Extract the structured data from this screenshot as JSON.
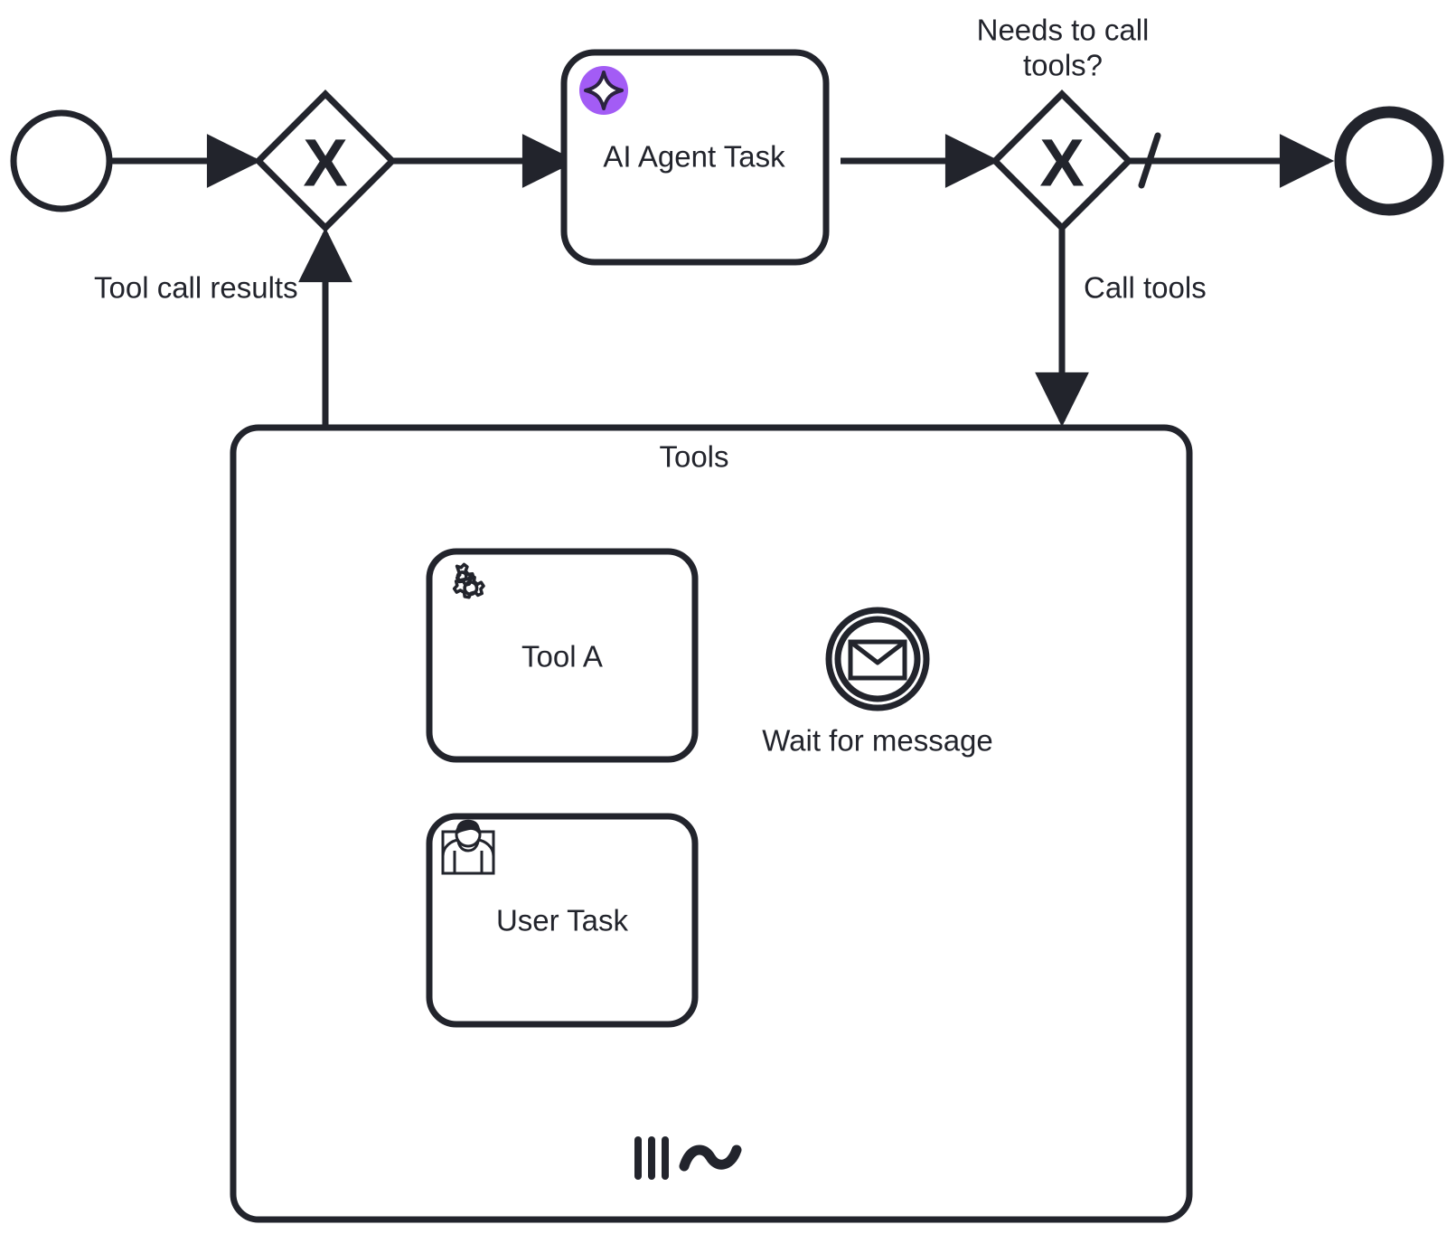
{
  "diagram": {
    "type": "bpmn-process",
    "notation": "BPMN 2.0",
    "colors": {
      "stroke": "#22242c",
      "background": "#ffffff",
      "ai_badge_fill": "#a35cf5",
      "ai_badge_star": "#ffffff"
    },
    "nodes": [
      {
        "id": "start-event",
        "kind": "start-event",
        "icon": "circle-thin-icon",
        "label": ""
      },
      {
        "id": "gateway-join",
        "kind": "exclusive-gateway",
        "icon": "gateway-x-icon",
        "marker": "X",
        "label": ""
      },
      {
        "id": "ai-agent-task",
        "kind": "task",
        "icon": "ai-sparkle-icon",
        "label": "AI Agent Task"
      },
      {
        "id": "gateway-decision",
        "kind": "exclusive-gateway",
        "icon": "gateway-x-icon",
        "marker": "X",
        "label": "Needs to call tools?",
        "label_line1": "Needs to call",
        "label_line2": "tools?"
      },
      {
        "id": "end-event",
        "kind": "end-event",
        "icon": "circle-thick-icon",
        "label": ""
      },
      {
        "id": "tools-subprocess",
        "kind": "ad-hoc-subprocess",
        "label": "Tools",
        "markers": [
          "parallel-multi-instance-icon",
          "adhoc-tilde-icon"
        ]
      },
      {
        "id": "tool-a",
        "kind": "service-task",
        "icon": "gears-icon",
        "label": "Tool A"
      },
      {
        "id": "wait-for-message",
        "kind": "intermediate-catch-event",
        "icon": "envelope-icon",
        "label": "Wait for message"
      },
      {
        "id": "user-task",
        "kind": "user-task",
        "icon": "user-icon",
        "label": "User Task"
      }
    ],
    "flows": [
      {
        "id": "flow-start-to-join",
        "from": "start-event",
        "to": "gateway-join",
        "label": ""
      },
      {
        "id": "flow-join-to-agent",
        "from": "gateway-join",
        "to": "ai-agent-task",
        "label": ""
      },
      {
        "id": "flow-agent-to-decision",
        "from": "ai-agent-task",
        "to": "gateway-decision",
        "label": ""
      },
      {
        "id": "flow-decision-to-end",
        "from": "gateway-decision",
        "to": "end-event",
        "label": "",
        "default": true
      },
      {
        "id": "flow-decision-to-tools",
        "from": "gateway-decision",
        "to": "tools-subprocess",
        "label": "Call tools"
      },
      {
        "id": "flow-tools-to-join",
        "from": "tools-subprocess",
        "to": "gateway-join",
        "label": "Tool call results"
      },
      {
        "id": "flow-toola-to-message",
        "from": "tool-a",
        "to": "wait-for-message",
        "label": ""
      }
    ]
  }
}
